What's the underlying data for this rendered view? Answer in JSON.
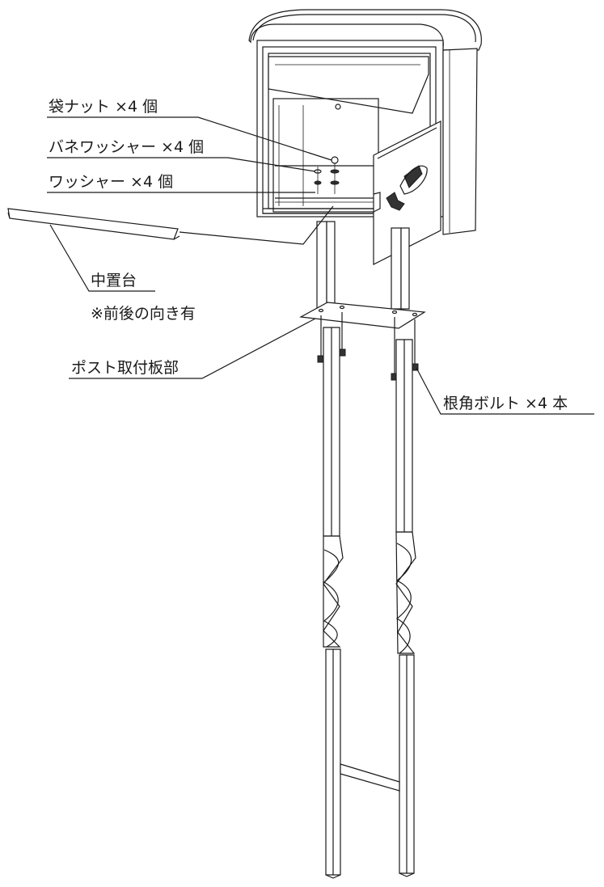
{
  "labels": {
    "cap_nut": "袋ナット ×4 個",
    "spring_washer": "バネワッシャー ×4 個",
    "washer": "ワッシャー ×4 個",
    "middle_stand": "中置台",
    "orientation_note": "※前後の向き有",
    "mount_plate": "ポスト取付板部",
    "anchor_bolt": "根角ボルト ×4 本"
  },
  "colors": {
    "line": "#1a1a1a",
    "background": "#ffffff"
  }
}
